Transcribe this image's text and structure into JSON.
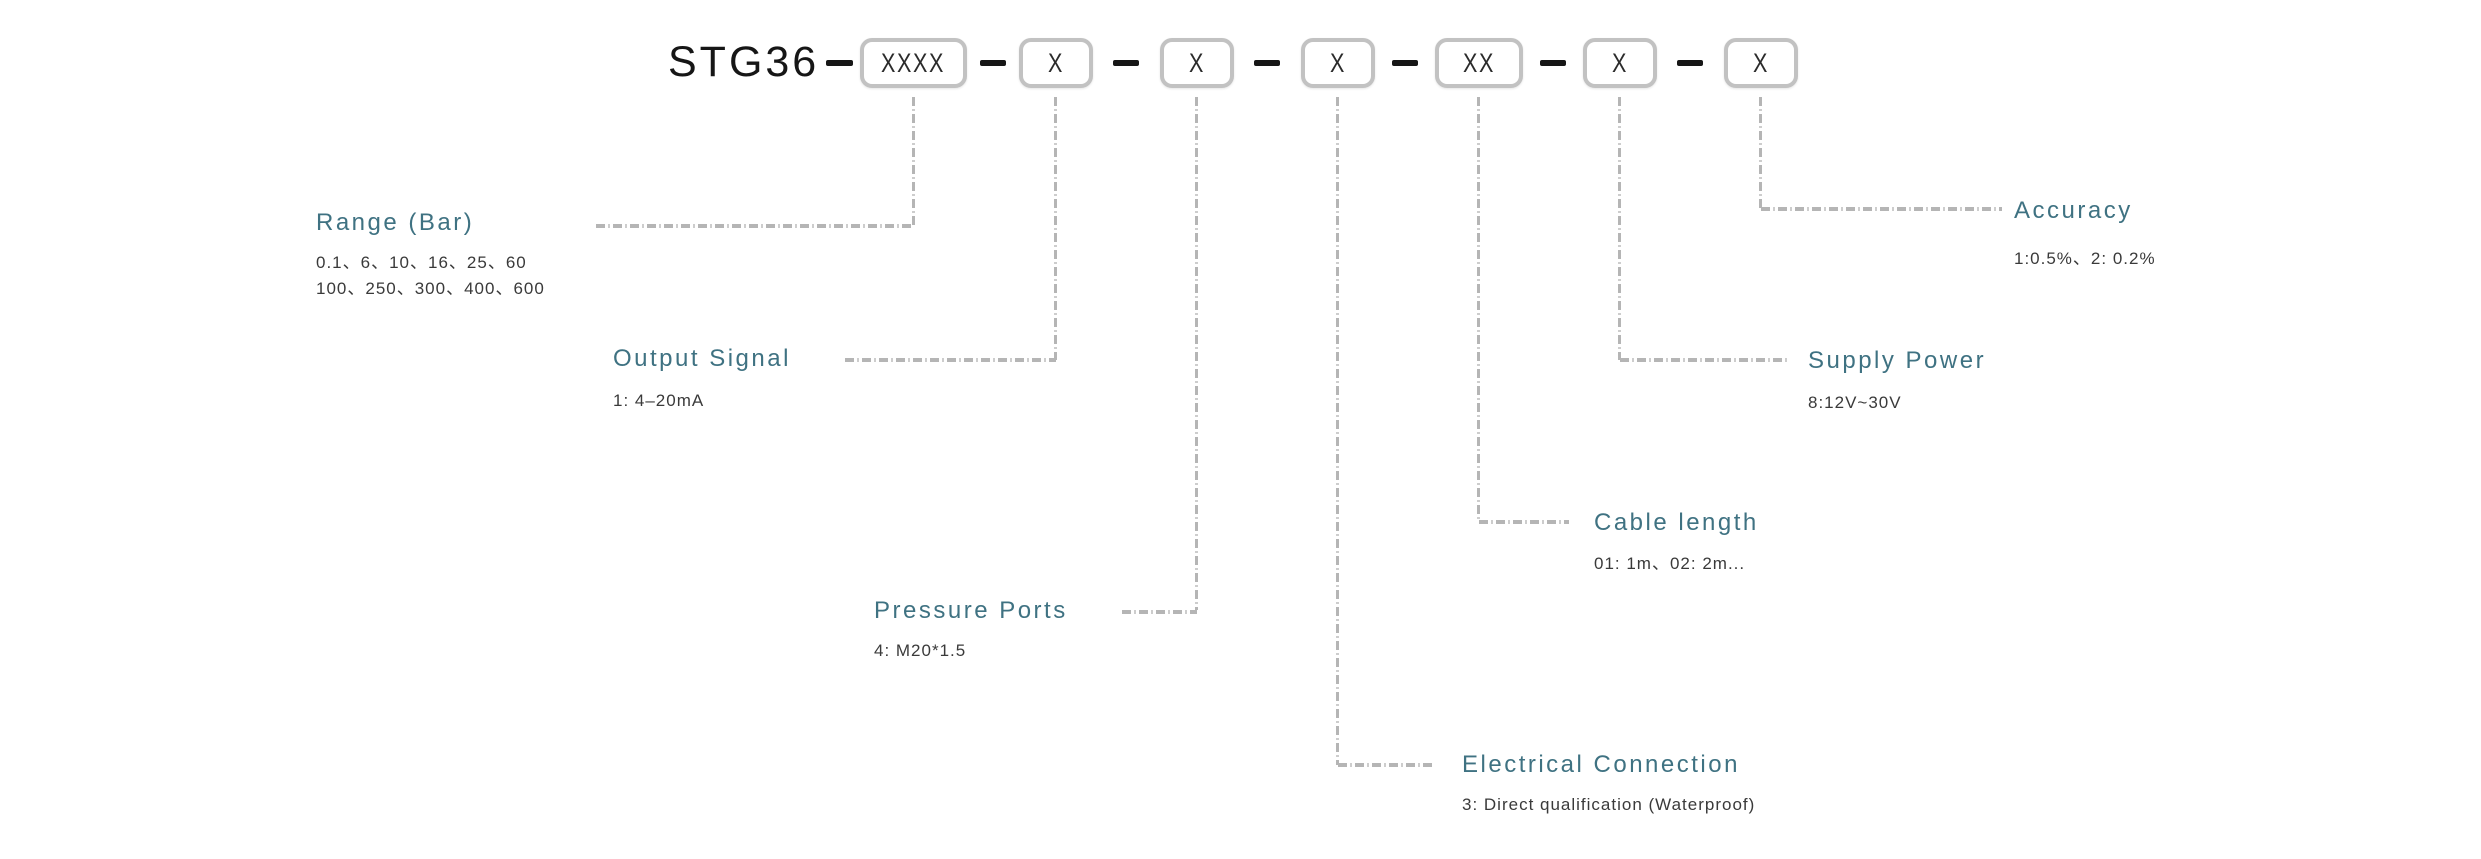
{
  "diagram": {
    "title": "STG36",
    "fields": [
      {
        "id": "range-bar",
        "box": "XXXX",
        "label": "Range (Bar)",
        "values": [
          "0.1、6、10、16、25、60",
          "100、250、300、400、600"
        ]
      },
      {
        "id": "output-signal",
        "box": "X",
        "label": "Output Signal",
        "values": [
          "1: 4–20mA"
        ]
      },
      {
        "id": "pressure-ports",
        "box": "X",
        "label": "Pressure Ports",
        "values": [
          "4: M20*1.5"
        ]
      },
      {
        "id": "electrical-connection",
        "box": "X",
        "label": "Electrical Connection",
        "values": [
          "3: Direct qualification (Waterproof)"
        ]
      },
      {
        "id": "cable-length",
        "box": "XX",
        "label": "Cable length",
        "values": [
          "01: 1m、02: 2m..."
        ]
      },
      {
        "id": "supply-power",
        "box": "X",
        "label": "Supply Power",
        "values": [
          "8:12V~30V"
        ]
      },
      {
        "id": "accuracy",
        "box": "X",
        "label": "Accuracy",
        "values": [
          "1:0.5%、2: 0.2%"
        ]
      }
    ],
    "colors": {
      "accent": "#3f7282",
      "body_text": "#3a3a3a",
      "title_text": "#161616",
      "leader_line": "#b5b5b5",
      "box_border": "#c2c2c2"
    }
  }
}
